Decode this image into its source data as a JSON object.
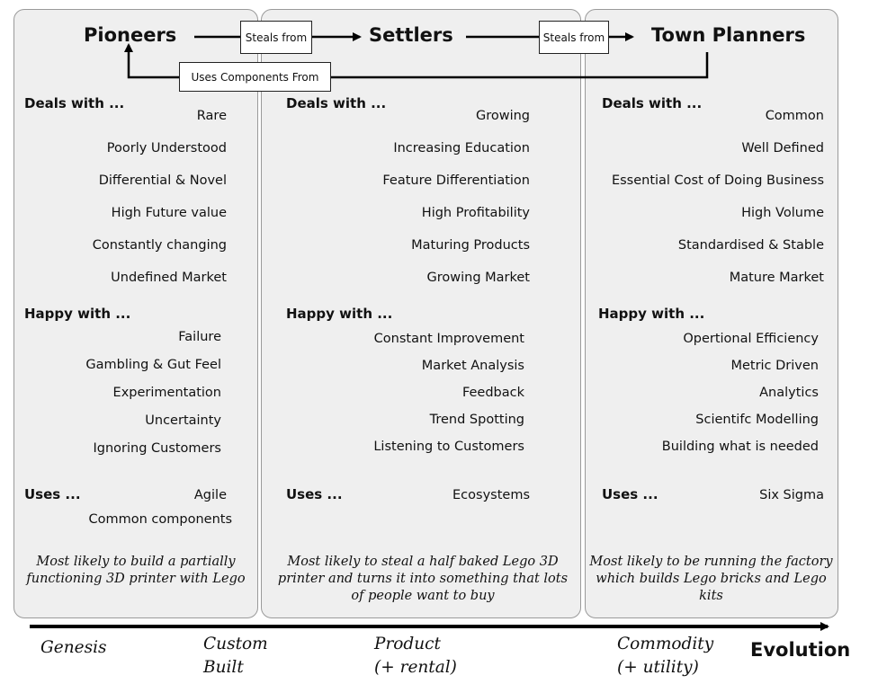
{
  "columns": {
    "pioneers": {
      "title": "Pioneers",
      "deals_heading": "Deals with ...",
      "deals": [
        "Rare",
        "Poorly Understood",
        "Differential & Novel",
        "High Future value",
        "Constantly changing",
        "Undefined Market"
      ],
      "happy_heading": "Happy with ...",
      "happy": [
        "Failure",
        "Gambling & Gut Feel",
        "Experimentation",
        "Uncertainty",
        "Ignoring Customers"
      ],
      "uses_heading": "Uses ...",
      "uses": [
        "Agile",
        "Common components"
      ],
      "note": "Most likely to build a partially functioning 3D printer with Lego"
    },
    "settlers": {
      "title": "Settlers",
      "deals_heading": "Deals with ...",
      "deals": [
        "Growing",
        "Increasing Education",
        "Feature Differentiation",
        "High Profitability",
        "Maturing Products",
        "Growing Market"
      ],
      "happy_heading": "Happy with ...",
      "happy": [
        "Constant Improvement",
        "Market Analysis",
        "Feedback",
        "Trend Spotting",
        "Listening to Customers"
      ],
      "uses_heading": "Uses ...",
      "uses": [
        "Ecosystems"
      ],
      "note": "Most likely to steal a half baked Lego 3D printer and turns it into something that lots of people want to buy"
    },
    "town_planners": {
      "title": "Town Planners",
      "deals_heading": "Deals with ...",
      "deals": [
        "Common",
        "Well Defined",
        "Essential Cost of Doing Business",
        "High Volume",
        "Standardised & Stable",
        "Mature Market"
      ],
      "happy_heading": "Happy with ...",
      "happy": [
        "Opertional Efficiency",
        "Metric Driven",
        "Analytics",
        "Scientifc Modelling",
        "Building what is needed"
      ],
      "uses_heading": "Uses ...",
      "uses": [
        "Six Sigma"
      ],
      "note": "Most likely to be running the factory which builds Lego bricks and Lego kits"
    }
  },
  "flows": {
    "steals_from_1": "Steals from",
    "steals_from_2": "Steals from",
    "uses_components_from": "Uses Components From"
  },
  "axis": {
    "stages": [
      {
        "line1": "Genesis",
        "line2": ""
      },
      {
        "line1": "Custom",
        "line2": "Built"
      },
      {
        "line1": "Product",
        "line2": "(+ rental)"
      },
      {
        "line1": "Commodity",
        "line2": "(+ utility)"
      }
    ],
    "label": "Evolution"
  }
}
